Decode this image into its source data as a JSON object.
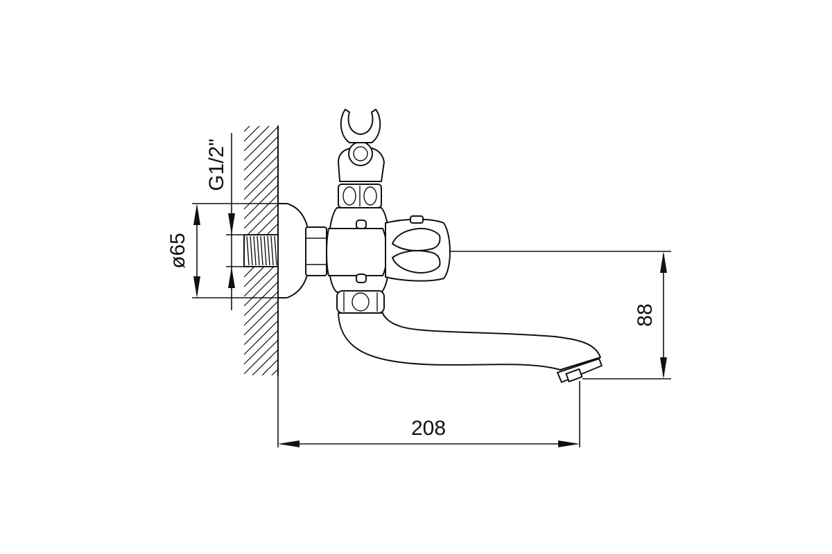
{
  "dimensions": {
    "spout_length": "208",
    "spout_height": "88",
    "flange_diameter": "ø65",
    "thread_size": "G1/2\""
  },
  "colors": {
    "ink": "#111111",
    "background": "#ffffff"
  }
}
